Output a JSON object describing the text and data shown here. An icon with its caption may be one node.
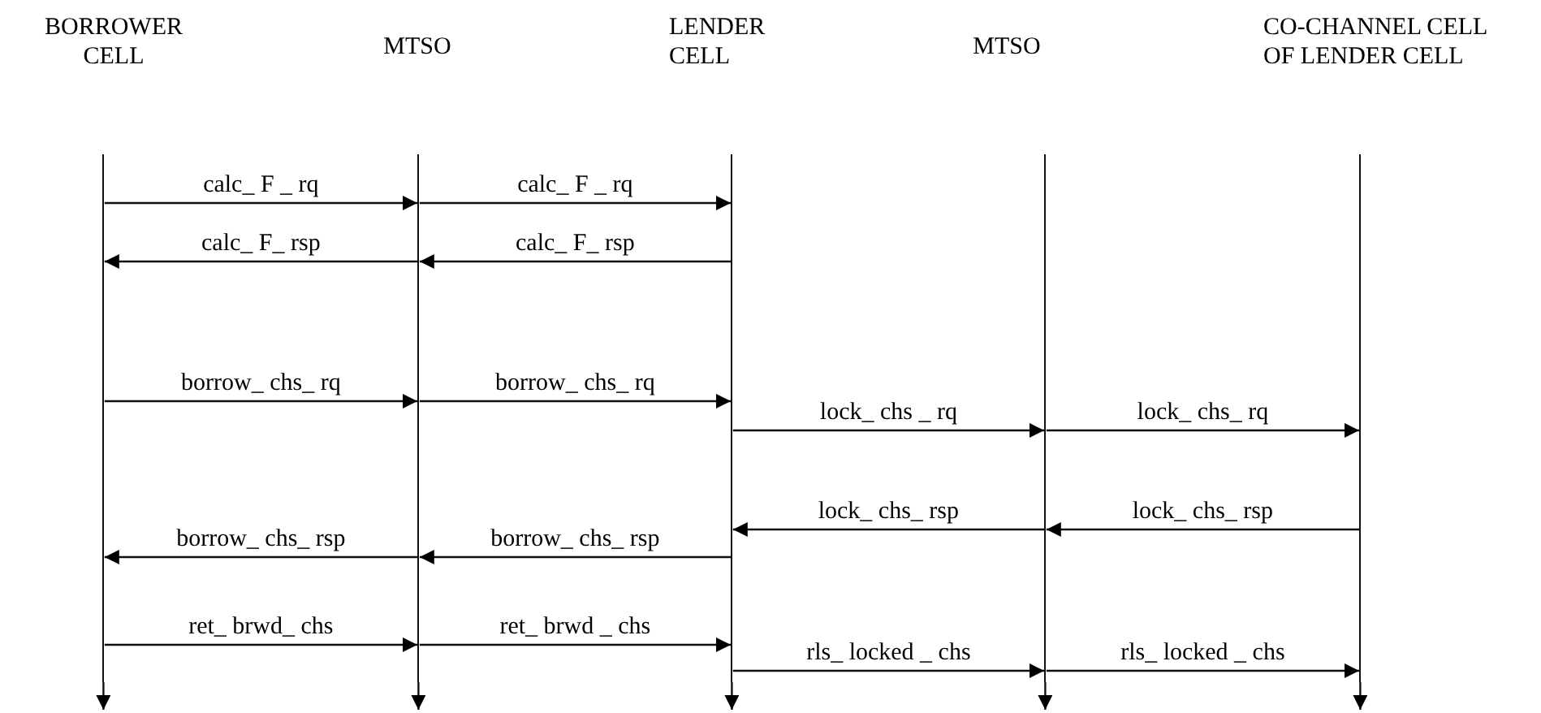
{
  "diagram": {
    "nodes": [
      {
        "text": [
          "BORROWER CELL"
        ]
      },
      {
        "text": [
          "MTSO"
        ]
      },
      {
        "text": [
          "LENDER CELL"
        ]
      },
      {
        "text": [
          "MTSO"
        ]
      },
      {
        "text": [
          "CO-CHANNEL CELL OF LENDER CELL"
        ]
      },
      {
        "text": [],
        "shape": "bar"
      },
      {
        "text": [],
        "shape": "bar"
      },
      {
        "text": [],
        "shape": "bar"
      },
      {
        "text": [],
        "shape": "bar"
      },
      {
        "text": [],
        "shape": "bar"
      }
    ],
    "edges": [
      {
        "from": 5,
        "to": 6,
        "arrow": "to",
        "label": "calc_ F _ rq"
      },
      {
        "from": 6,
        "to": 7,
        "arrow": "to",
        "label": "calc_ F _ rq"
      },
      {
        "from": 7,
        "to": 6,
        "arrow": "to",
        "label": "calc_ F_ rsp"
      },
      {
        "from": 6,
        "to": 5,
        "arrow": "to",
        "label": "calc_ F_ rsp"
      },
      {
        "from": 5,
        "to": 6,
        "arrow": "to",
        "label": "borrow_ chs_ rq"
      },
      {
        "from": 6,
        "to": 7,
        "arrow": "to",
        "label": "borrow_ chs_ rq"
      },
      {
        "from": 7,
        "to": 8,
        "arrow": "to",
        "label": "lock_ chs _ rq"
      },
      {
        "from": 8,
        "to": 9,
        "arrow": "to",
        "label": "lock_ chs_ rq"
      },
      {
        "from": 9,
        "to": 8,
        "arrow": "to",
        "label": "lock_ chs_ rsp"
      },
      {
        "from": 8,
        "to": 7,
        "arrow": "to",
        "label": "lock_ chs_ rsp"
      },
      {
        "from": 7,
        "to": 6,
        "arrow": "to",
        "label": "borrow_ chs_ rsp"
      },
      {
        "from": 6,
        "to": 5,
        "arrow": "to",
        "label": "borrow_ chs_ rsp"
      },
      {
        "from": 5,
        "to": 6,
        "arrow": "to",
        "label": "ret_ brwd_ chs"
      },
      {
        "from": 6,
        "to": 7,
        "arrow": "to",
        "label": "ret_ brwd _ chs"
      },
      {
        "from": 7,
        "to": 8,
        "arrow": "to",
        "label": "rls_ locked _ chs"
      },
      {
        "from": 8,
        "to": 9,
        "arrow": "to",
        "label": "rls_ locked _ chs"
      },
      {
        "from": 5,
        "to": null,
        "arrow": "to"
      },
      {
        "from": 6,
        "to": null,
        "arrow": "to"
      },
      {
        "from": 7,
        "to": null,
        "arrow": "to"
      },
      {
        "from": 8,
        "to": null,
        "arrow": "to"
      },
      {
        "from": 9,
        "to": null,
        "arrow": "to"
      }
    ]
  }
}
